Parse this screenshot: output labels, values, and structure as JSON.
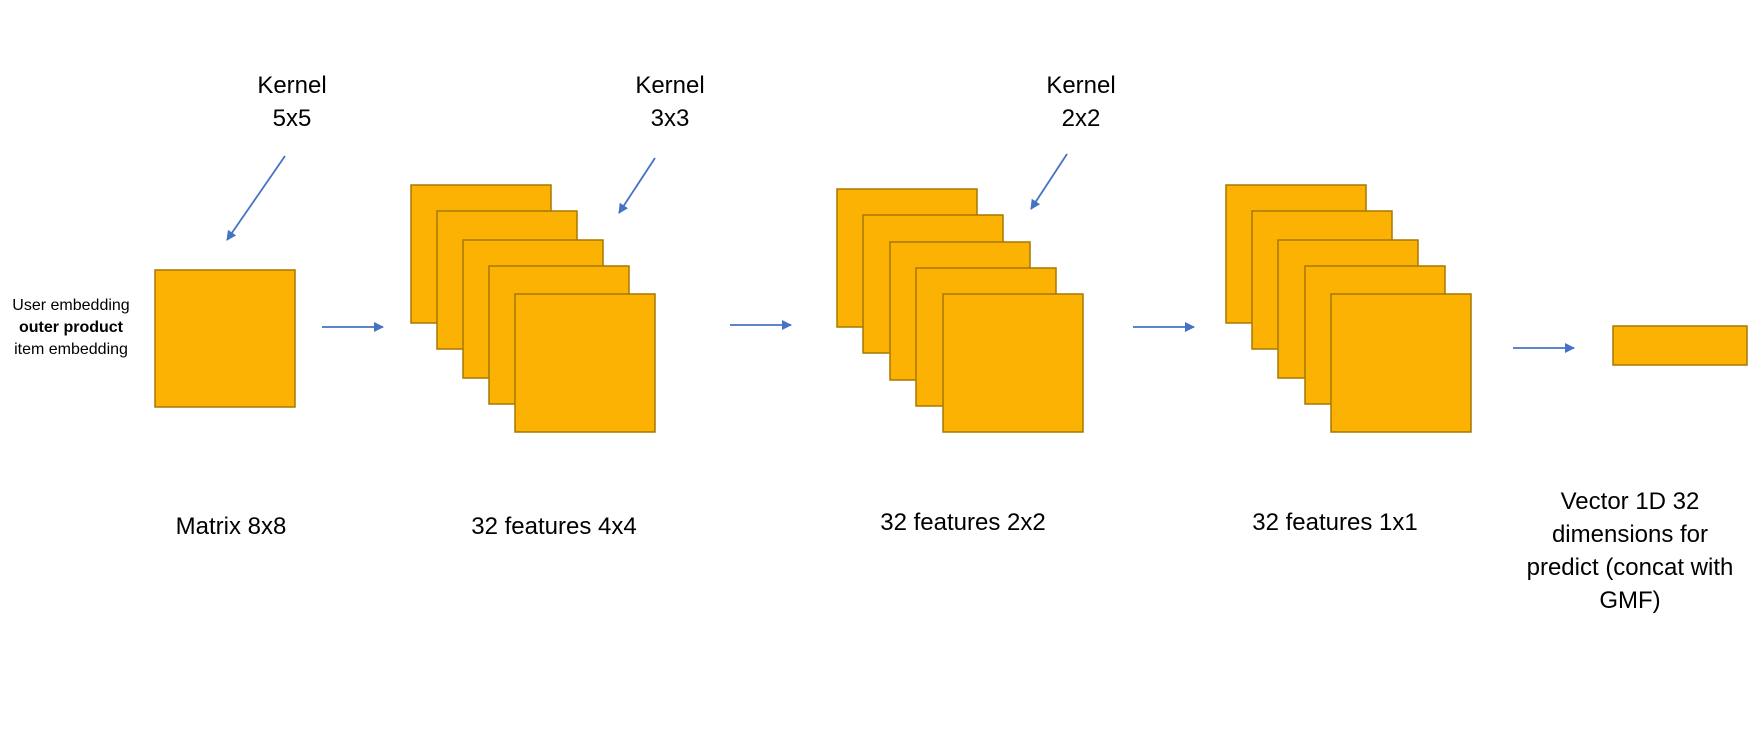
{
  "input": {
    "line1": "User embedding",
    "line2": "outer product",
    "line3": "item embedding"
  },
  "kernels": [
    {
      "title": "Kernel",
      "size": "5x5"
    },
    {
      "title": "Kernel",
      "size": "3x3"
    },
    {
      "title": "Kernel",
      "size": "2x2"
    }
  ],
  "captions": {
    "matrix": "Matrix 8x8",
    "features_4x4": "32 features 4x4",
    "features_2x2": "32 features 2x2",
    "features_1x1": "32 features 1x1",
    "vector": "Vector 1D 32 dimensions for predict (concat with GMF)"
  },
  "colors": {
    "box_fill": "#FBB203",
    "box_stroke": "#A77800",
    "arrow": "#4472C4"
  }
}
